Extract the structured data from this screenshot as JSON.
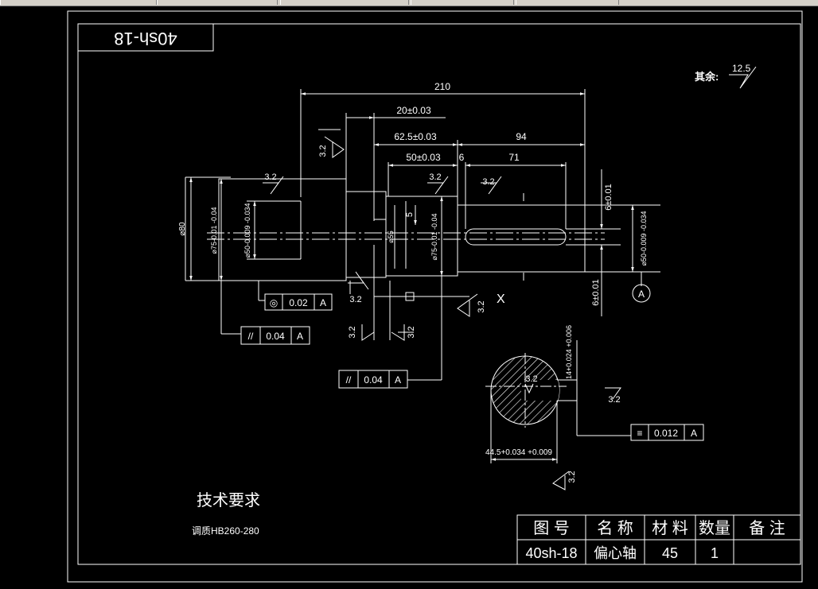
{
  "window": {
    "tabs": [
      "",
      "",
      "",
      "",
      ""
    ]
  },
  "drawing": {
    "stamp_top_left": "40sh-18",
    "surface_rest_label": "其余:",
    "surface_rest_value": "12.5",
    "dims": {
      "d210": "210",
      "d20": "20±0.03",
      "d625": "62.5±0.03",
      "d94": "94",
      "d50": "50±0.03",
      "d6": "6",
      "d71": "71",
      "d6_top": "6±0.01",
      "d6_bottom": "6±0.01",
      "dia80": "⌀80",
      "dia75_left": "⌀75-0.01 -0.04",
      "dia50_left": "⌀50-0.009 -0.034",
      "dia55": "⌀55",
      "dia75_mid": "⌀75-0.01 -0.04",
      "dia50_right": "⌀50-0.009 -0.034",
      "d5": "5",
      "d14": "14+0.024 +0.006",
      "d445": "44.5+0.034 +0.009"
    },
    "roughness": [
      "3.2",
      "3.2",
      "3.2",
      "3.2",
      "3.2",
      "3.2",
      "3.2",
      "3.2",
      "3.2",
      "3.2"
    ],
    "tolerance_frames": [
      {
        "symbol": "◎",
        "value": "0.02",
        "datum": "A"
      },
      {
        "symbol": "//",
        "value": "0.04",
        "datum": "A"
      },
      {
        "symbol": "//",
        "value": "0.04",
        "datum": "A"
      },
      {
        "symbol": "≡",
        "value": "0.012",
        "datum": "A"
      }
    ],
    "datum_label": "A",
    "x_mark": "X",
    "tech_req_title": "技术要求",
    "tech_req_item": "调质HB260-280"
  },
  "title_block": {
    "headers": [
      "图 号",
      "名 称",
      "材 料",
      "数量",
      "备 注"
    ],
    "values": [
      "40sh-18",
      "偏心轴",
      "45",
      "1",
      ""
    ]
  }
}
